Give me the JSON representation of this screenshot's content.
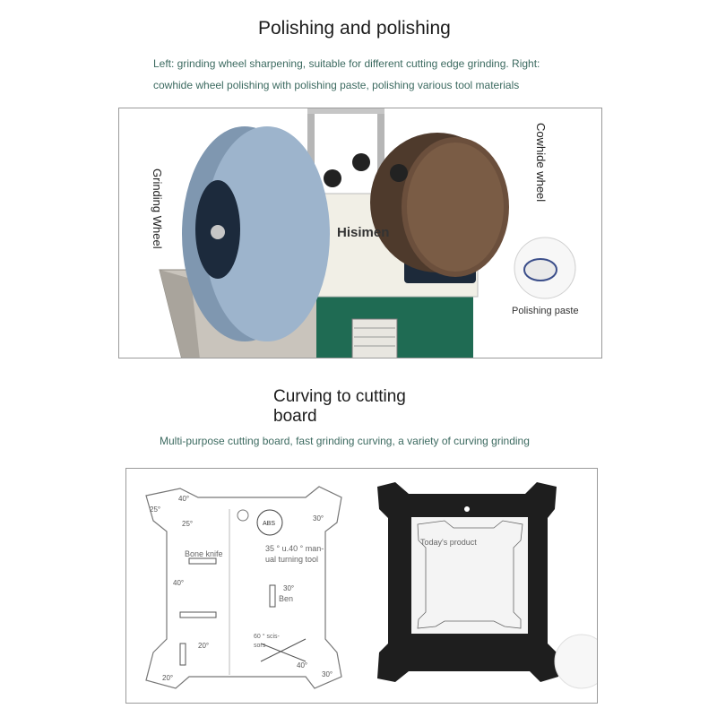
{
  "section1": {
    "title": "Polishing and polishing",
    "subtitle_line1": "Left: grinding wheel sharpening, suitable for different cutting edge grinding. Right:",
    "subtitle_line2": "cowhide wheel polishing with polishing paste, polishing various tool materials",
    "labels": {
      "grinding_wheel": "Grinding Wheel",
      "cowhide_wheel": "Cowhide wheel",
      "polishing_paste": "Polishing paste",
      "brand": "Hisimen"
    }
  },
  "section2": {
    "title_line1": "Curving to cutting",
    "title_line2": "board",
    "subtitle": "Multi-purpose cutting board, fast grinding curving, a variety of curving grinding",
    "board": {
      "bone_knife": "Bone knife",
      "manual_turning": "35 ° u.40 ° man-",
      "manual_turning2": "ual turning tool",
      "ben": "Ben",
      "scissors": "60 ° scis-",
      "scissors2": "sors",
      "todays_product": "Today's product",
      "abs": "ABS",
      "angles": [
        "40°",
        "25°",
        "30°",
        "25°",
        "40°",
        "20°",
        "20°",
        "30°",
        "40°",
        "30°"
      ]
    }
  },
  "colors": {
    "subtitle": "#3c6a60",
    "machine_green": "#1f6b53",
    "wheel_blue": "#9db4cc",
    "leather": "#6b4f3c",
    "board_black": "#1e1e1e"
  }
}
